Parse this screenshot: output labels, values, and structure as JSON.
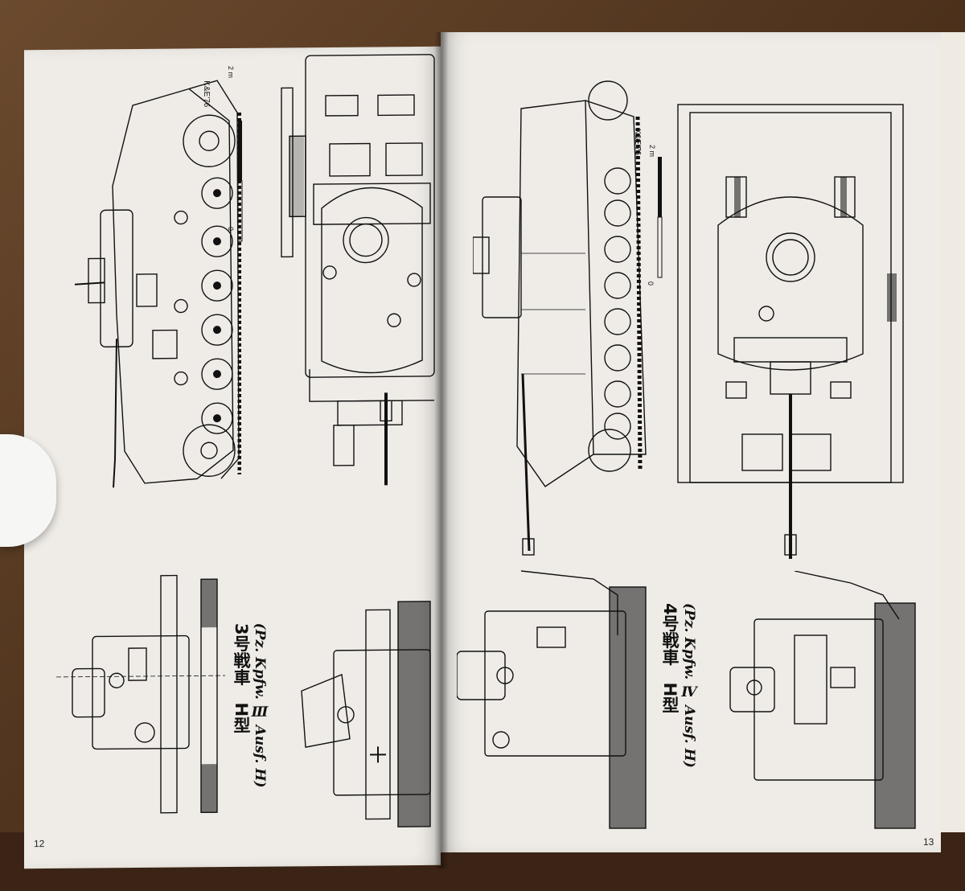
{
  "book": {
    "left_page": {
      "page_number": "12",
      "title_jp": "3号戦車　H型",
      "title_en": "(Pz. Kpfw. Ⅲ Ausf. H)",
      "artist_mark": "K&E'76",
      "scale_top": "2 m",
      "scale_bottom": "0"
    },
    "right_page": {
      "page_number": "13",
      "title_jp": "4号戦車　H型",
      "title_en": "(Pz. Kpfw. Ⅳ Ausf. H)",
      "artist_mark": "K&E'76",
      "scale_top": "2 m",
      "scale_bottom": "0"
    }
  },
  "colors": {
    "paper": "#efece7",
    "ink": "#111111",
    "table": "#4a2f1a",
    "glove": "#f6f6f4"
  },
  "drawings": [
    "tank-side-view",
    "tank-top-view",
    "tank-front-view",
    "tank-rear-view"
  ]
}
